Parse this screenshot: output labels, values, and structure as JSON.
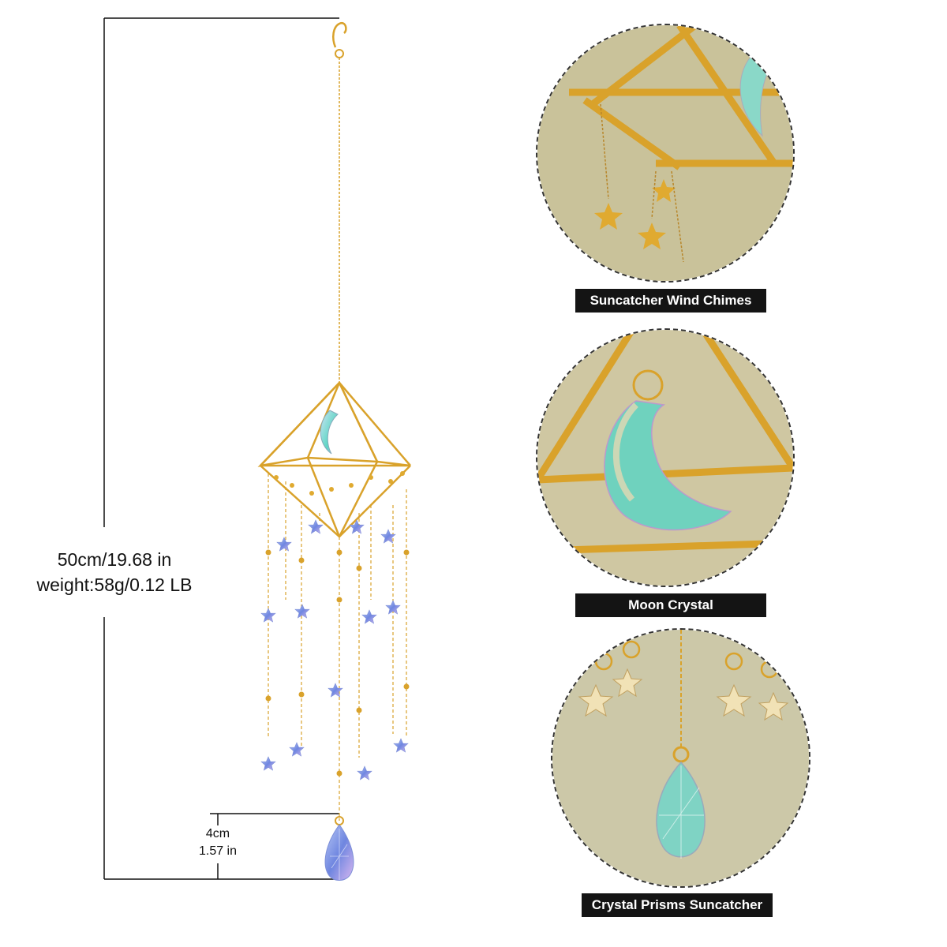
{
  "dimensions": {
    "height_line1": "50cm/19.68 in",
    "height_line2": "weight:58g/0.12 LB",
    "pendant_line1": "4cm",
    "pendant_line2": "1.57 in"
  },
  "details": [
    {
      "caption": "Suncatcher Wind Chimes",
      "icon": "star-chain-closeup"
    },
    {
      "caption": "Moon Crystal",
      "icon": "moon-crystal-closeup"
    },
    {
      "caption": "Crystal Prisms Suncatcher",
      "icon": "teardrop-prism-closeup"
    }
  ],
  "colors": {
    "gold": "#d9a22b",
    "crystal_teal": "#3fc9b0",
    "crystal_blue": "#8aa8e8",
    "caption_bg": "#141414"
  }
}
